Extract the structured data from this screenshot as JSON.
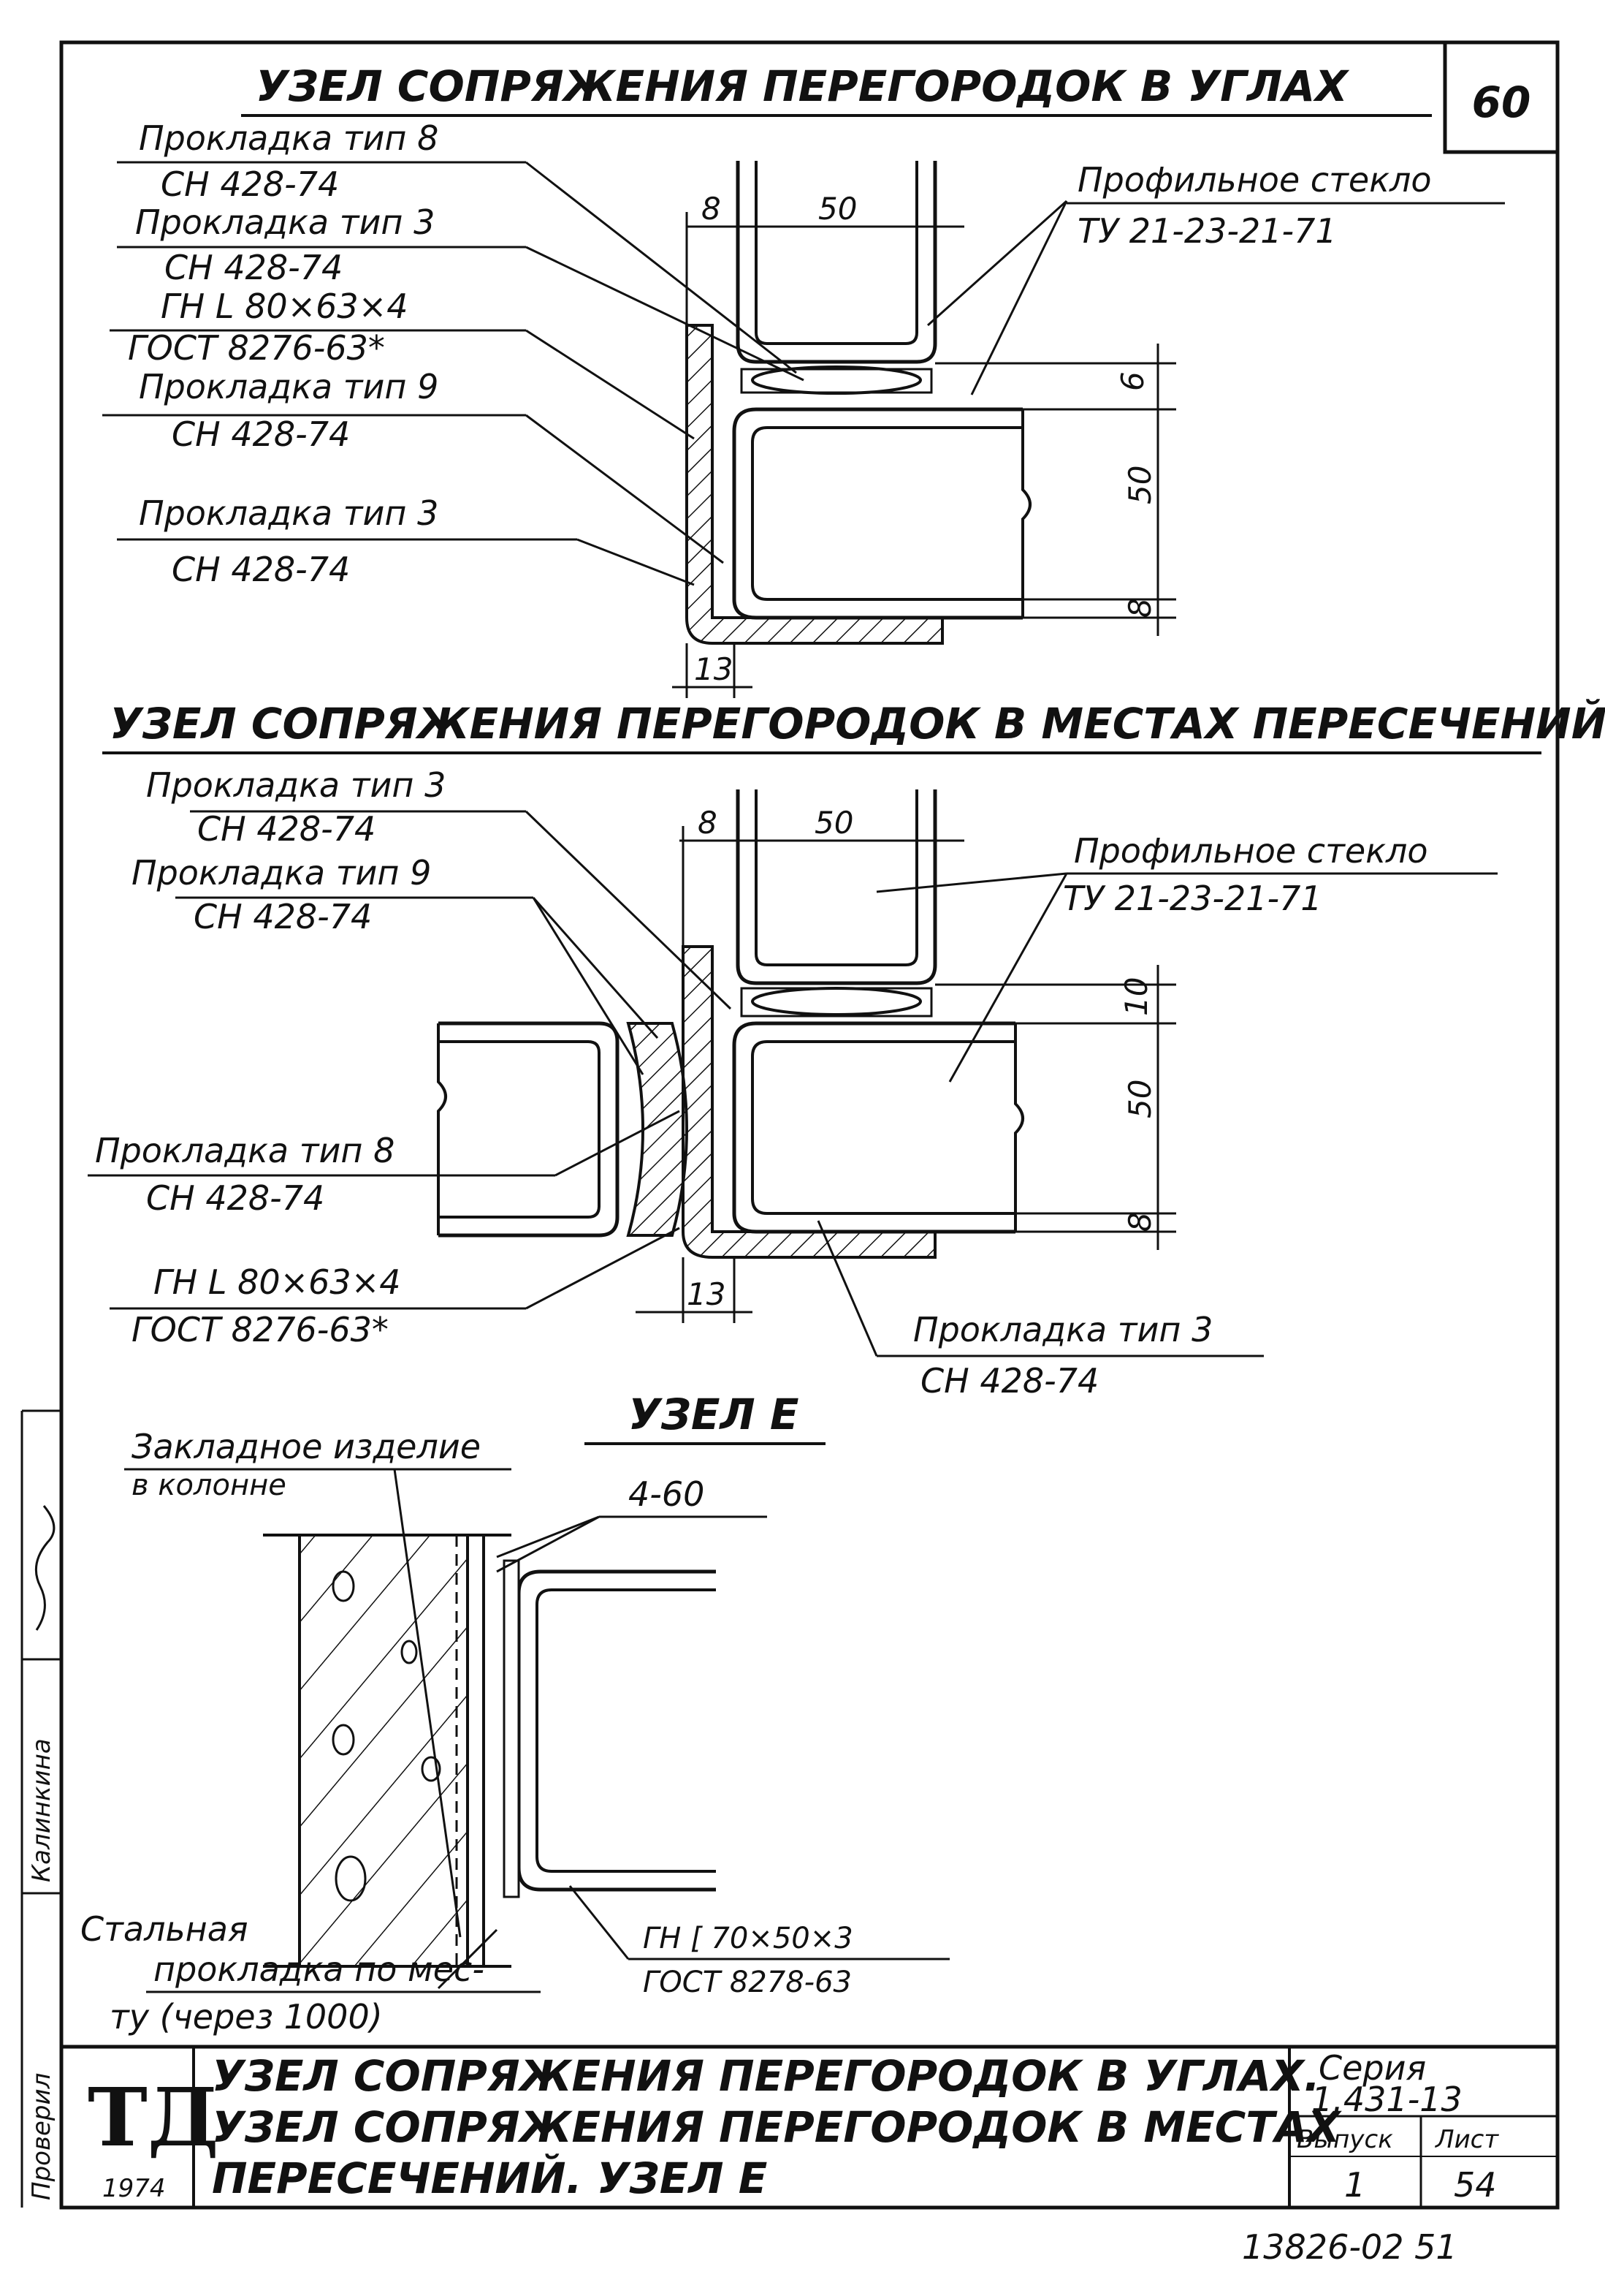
{
  "sheet_number": "60",
  "corner": {
    "title": "УЗЕЛ СОПРЯЖЕНИЯ ПЕРЕГОРОДОК В УГЛАХ",
    "callouts": [
      {
        "name": "Прокладка тип 8",
        "ref": "СН 428-74"
      },
      {
        "name": "Прокладка тип 3",
        "ref": "СН 428-74"
      },
      {
        "name": "ГН L 80×63×4",
        "ref": "ГОСТ 8276-63*"
      },
      {
        "name": "Прокладка тип 9",
        "ref": "СН 428-74"
      },
      {
        "name": "Прокладка тип 3",
        "ref": "СН 428-74"
      }
    ],
    "glass": {
      "name": "Профильное стекло",
      "ref": "ТУ 21-23-21-71"
    },
    "dims": {
      "left": "8",
      "width": "50",
      "gap_top": "6",
      "height": "50",
      "gap_bottom": "8",
      "flange": "13"
    }
  },
  "cross": {
    "title": "УЗЕЛ СОПРЯЖЕНИЯ ПЕРЕГОРОДОК В МЕСТАХ ПЕРЕСЕЧЕНИЙ",
    "callouts": [
      {
        "name": "Прокладка тип 3",
        "ref": "СН 428-74"
      },
      {
        "name": "Прокладка тип 9",
        "ref": "СН 428-74"
      },
      {
        "name": "Прокладка тип 8",
        "ref": "СН 428-74"
      },
      {
        "name": "ГН L 80×63×4",
        "ref": "ГОСТ 8276-63*"
      },
      {
        "name": "Прокладка тип 3",
        "ref": "СН 428-74"
      }
    ],
    "glass": {
      "name": "Профильное стекло",
      "ref": "ТУ 21-23-21-71"
    },
    "dims": {
      "left": "8",
      "width": "50",
      "gap_top": "10",
      "height": "50",
      "gap_bottom": "8",
      "flange": "13"
    }
  },
  "node_e": {
    "title": "УЗЕЛ Е",
    "embedded": {
      "line1": "Закладное изделие",
      "line2": "в колонне"
    },
    "weld": "4-60",
    "channel": {
      "name": "ГН [ 70×50×3",
      "ref": "ГОСТ 8278-63"
    },
    "steel": {
      "line1": "Стальная",
      "line2": "прокладка по мес-",
      "line3": "ту (через 1000)"
    }
  },
  "title_block": {
    "logo": "ТД",
    "year": "1974",
    "line1": "УЗЕЛ СОПРЯЖЕНИЯ ПЕРЕГОРОДОК В УГЛАХ.",
    "line2": "УЗЕЛ СОПРЯЖЕНИЯ ПЕРЕГОРОДОК В МЕСТАХ",
    "line3": "ПЕРЕСЕЧЕНИЙ. УЗЕЛ Е",
    "series_label": "Серия",
    "series_value": "1.431-13",
    "issue_label": "Выпуск",
    "issue_value": "1",
    "sheet_label": "Лист",
    "sheet_value": "54"
  },
  "side_stamp": {
    "role": "Проверил",
    "name": "Калинкина"
  },
  "footer_code": "13826-02   51"
}
